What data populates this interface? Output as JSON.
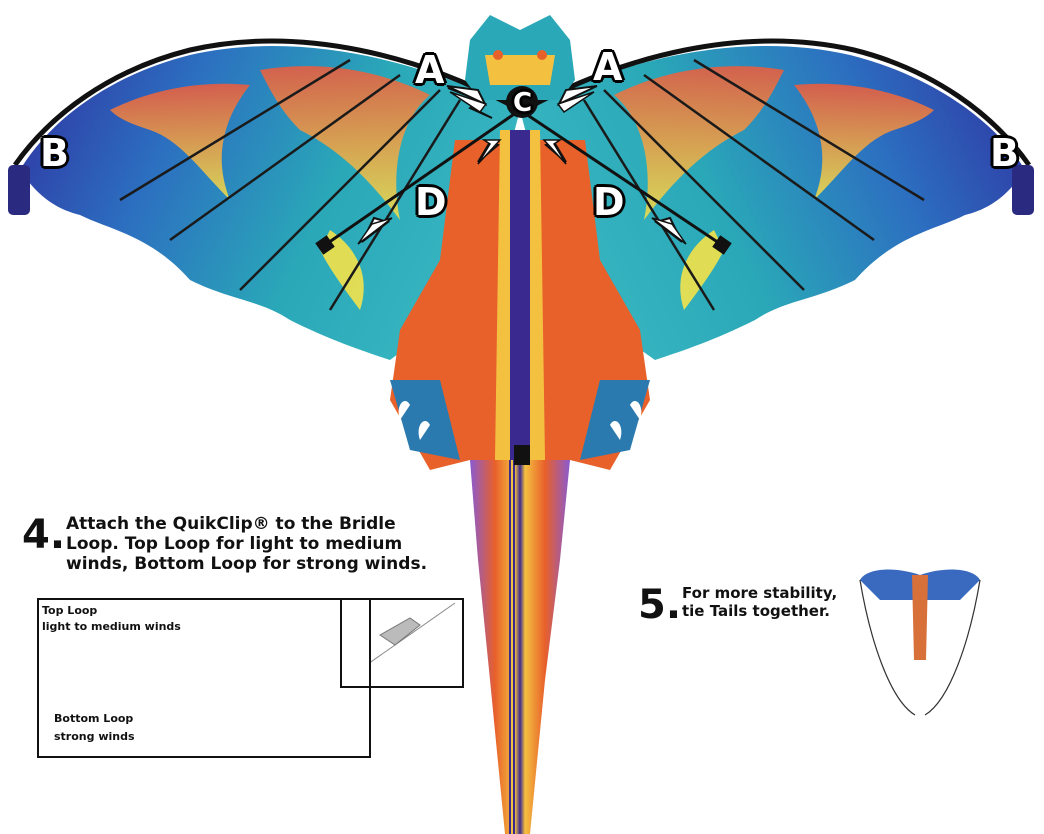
{
  "callouts": {
    "a_left": "A",
    "a_right": "A",
    "b_left": "B",
    "b_right": "B",
    "c_center": "C",
    "d_left": "D",
    "d_right": "D"
  },
  "step4": {
    "number": "4.",
    "line1": "Attach the QuikClip® to the Bridle",
    "line2": "Loop.  Top Loop for light to medium",
    "line3": "winds, Bottom Loop for strong winds."
  },
  "inset": {
    "top_loop_title": "Top Loop",
    "top_loop_sub": "light to medium winds",
    "bottom_loop_title": "Bottom Loop",
    "bottom_loop_sub": "strong winds"
  },
  "step5": {
    "number": "5.",
    "line1": "For more stability,",
    "line2": "tie Tails together."
  },
  "colors": {
    "wing_base": "#3a3aa8",
    "wing_teal": "#2aa8b8",
    "flame_orange": "#f07a3a",
    "flame_yellow": "#f4e24a",
    "body_orange": "#e8602a",
    "spar": "#1a1a1a"
  }
}
